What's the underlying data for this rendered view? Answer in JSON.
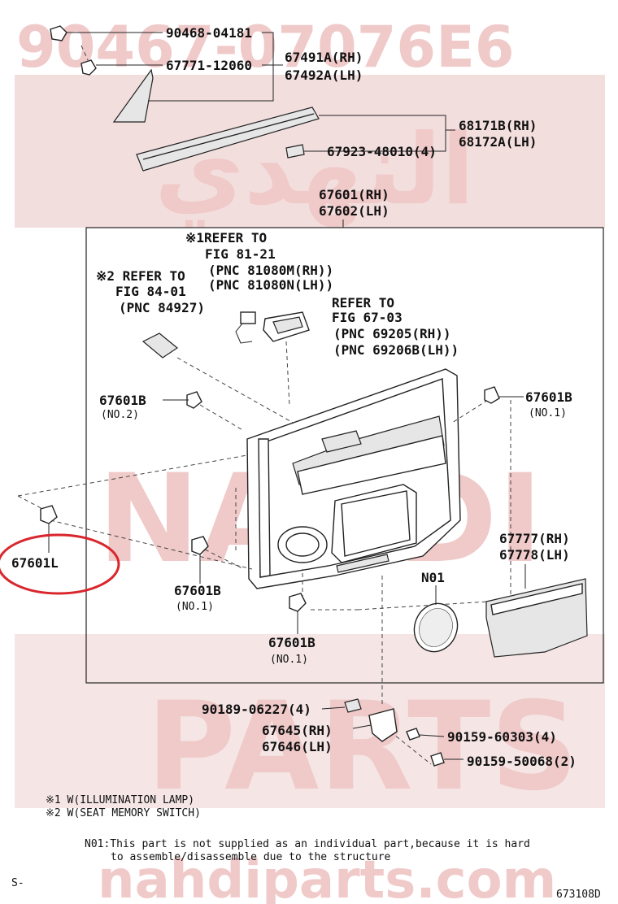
{
  "watermark": {
    "top_code": "90467-07076E6",
    "line1": "NAHDI",
    "line2": "PARTS",
    "site": "nahdiparts.com"
  },
  "parts": {
    "p90468": "90468-04181",
    "p67771": "67771-12060",
    "p67491": "67491A(RH)",
    "p67492": "67492A(LH)",
    "p68171": "68171B(RH)",
    "p68172": "68172A(LH)",
    "p67923": "67923-48010(4)",
    "p67601": "67601(RH)",
    "p67602": "67602(LH)",
    "b_left": "67601B",
    "b_left_no": "(NO.2)",
    "b_right": "67601B",
    "b_right_no": "(NO.1)",
    "b_mid": "67601B",
    "b_mid_no": "(NO.1)",
    "b_bot": "67601B",
    "b_bot_no": "(NO.1)",
    "p67601L": "67601L",
    "p67777": "67777(RH)",
    "p67778": "67778(LH)",
    "n01": "N01",
    "p90189": "90189-06227(4)",
    "p67645": "67645(RH)",
    "p67646": "67646(LH)",
    "p90159a": "90159-60303(4)",
    "p90159b": "90159-50068(2)"
  },
  "refs": {
    "r1": [
      "※1REFER TO",
      "FIG 81-21",
      "(PNC 81080M(RH))",
      "(PNC 81080N(LH))"
    ],
    "r2": [
      "※2 REFER TO",
      "FIG 84-01",
      "(PNC 84927)"
    ],
    "r3": [
      "REFER TO",
      "FIG 67-03",
      "(PNC 69205(RH))",
      "(PNC 69206B(LH))"
    ]
  },
  "notes": {
    "n1": "※1 W(ILLUMINATION LAMP)",
    "n2": "※2 W(SEAT MEMORY SWITCH)",
    "n01_line1": "N01:This part is not supplied as an individual part,because it is hard",
    "n01_line2": "to assemble/disassemble due to the structure",
    "s_mark": "S-",
    "fig_code": "673108D"
  },
  "colors": {
    "highlight": "#d9262c",
    "watermark": "#f0c9c9"
  }
}
